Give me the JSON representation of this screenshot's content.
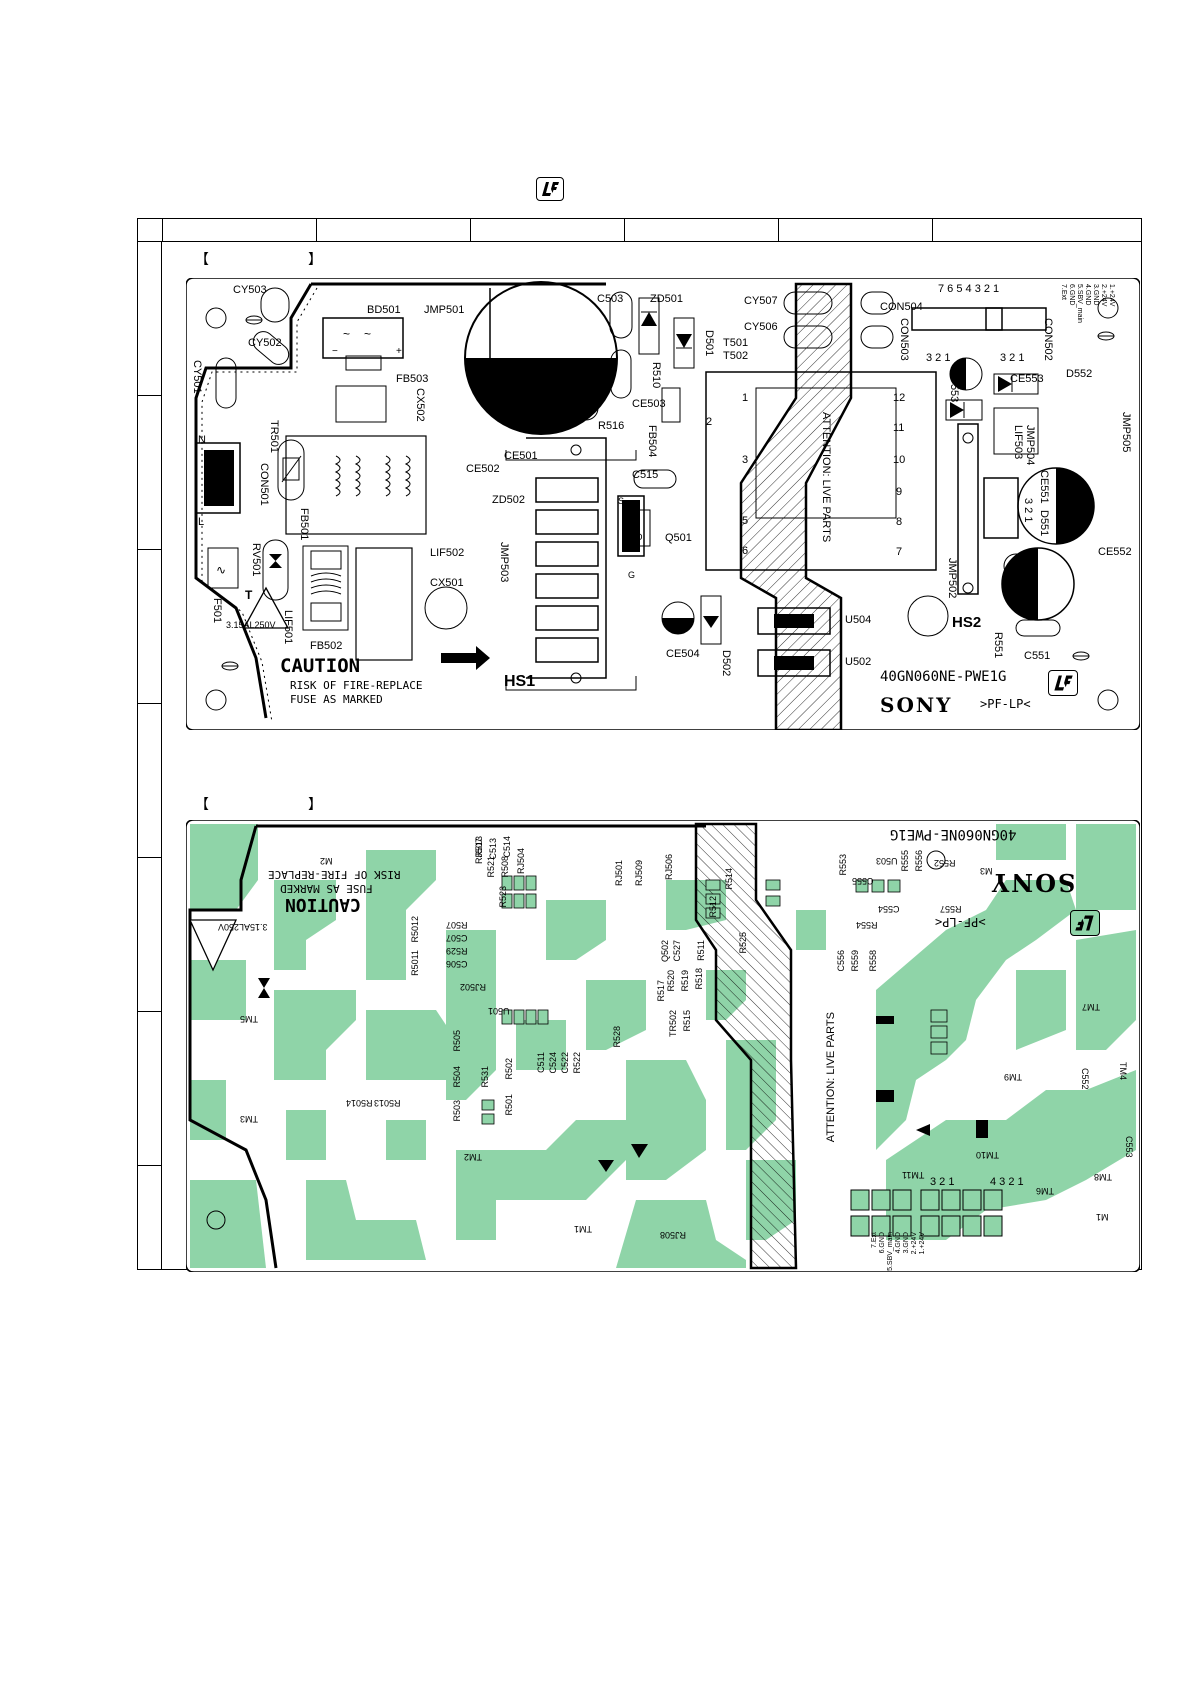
{
  "header": {
    "logo_icon": "lf-lead-free-logo",
    "columns": [
      "",
      "",
      "",
      "",
      "",
      "",
      ""
    ]
  },
  "boards": {
    "top": {
      "bracket_open": "【",
      "bracket_close": "】",
      "caution_title": "CAUTION",
      "caution_line1": "RISK OF FIRE-REPLACE",
      "caution_line2": "FUSE AS MARKED",
      "fuse_rating": "3.15AL250V",
      "fuse_symbol": "T",
      "model": "40GN060NE-PWE1G",
      "brand": "SONY",
      "material": ">PF-LP<",
      "attention": "ATTENTION: LIVE PARTS",
      "heatsink1": "HS1",
      "heatsink2": "HS2",
      "components": {
        "cy503": "CY503",
        "cy502": "CY502",
        "cy501": "CY501",
        "bd501": "BD501",
        "jmp501": "JMP501",
        "fb503": "FB503",
        "cx502": "CX502",
        "tr501": "TR501",
        "con501": "CON501",
        "ce502": "CE502",
        "fb501": "FB501",
        "rv501": "RV501",
        "lif501": "LIF501",
        "f501": "F501",
        "fb502": "FB502",
        "lif502": "LIF502",
        "cx501": "CX501",
        "c503": "C503",
        "zd501": "ZD501",
        "r510": "R510",
        "d501": "D501",
        "ce503": "CE503",
        "r516": "R516",
        "fb504": "FB504",
        "ce501": "CE501",
        "c515": "C515",
        "zd502": "ZD502",
        "q501": "Q501",
        "jmp503": "JMP503",
        "ce504": "CE504",
        "d502": "D502",
        "cy507": "CY507",
        "cy506": "CY506",
        "t501": "T501",
        "t502": "T502",
        "u504": "U504",
        "u502": "U502",
        "con504": "CON504",
        "con503": "CON503",
        "con502": "CON502",
        "d553": "D553",
        "ce553": "CE553",
        "d552": "D552",
        "jmp505": "JMP505",
        "jmp504": "JMP504",
        "lif503": "LIF503",
        "ce551": "CE551",
        "d551": "D551",
        "ce552": "CE552",
        "jmp502": "JMP502",
        "r551": "R551",
        "c551": "C551"
      },
      "con504_pins": "7 6 5 4 3 2 1",
      "con504_legend": [
        "1.+24V",
        "2.+24V",
        "3.GND",
        "4.GND",
        "5.SBV_main",
        "6.GND",
        "7.Ext"
      ],
      "pin_labels": {
        "n": "N",
        "l": "L",
        "p1": "1",
        "p2": "2",
        "p3": "3",
        "p4": "4",
        "p5": "5",
        "p6": "6",
        "p7": "7",
        "p8": "8",
        "p9": "9",
        "p10": "10",
        "p11": "11",
        "p12": "12",
        "con503_pins": "3 2 1",
        "con502_pins": "3 2 1",
        "d551_pins": "3 2 1",
        "q_s": "S",
        "q_d": "D",
        "q_g": "G"
      }
    },
    "bottom": {
      "bracket_open": "【",
      "bracket_close": "】",
      "caution_title": "CAUTION",
      "caution_line1": "RISK OF FIRE-REPLACE",
      "caution_line2": "FUSE AS MARKED",
      "fuse_rating": "3.15AL250V",
      "model": "40GN060NE-PWE1G",
      "brand": "SONY",
      "material": ">PF-LP<",
      "attention": "ATTENTION: LIVE PARTS",
      "components": {
        "rj507": "RJ507",
        "r513": "R513",
        "r521": "R521",
        "c513": "C513",
        "r508": "R508",
        "c514": "C514",
        "rj504": "RJ504",
        "rj501": "RJ501",
        "rj509": "RJ509",
        "rj506": "RJ506",
        "r514": "R514",
        "r553": "R553",
        "u503": "U503",
        "r555": "R555",
        "r556": "R556",
        "r552": "R552",
        "m3": "M3",
        "c555": "C555",
        "c554": "C554",
        "r554": "R554",
        "r557": "R557",
        "r5012": "R5012",
        "r5011": "R5011",
        "r507": "R507",
        "c507": "C507",
        "r529": "R529",
        "c506": "C506",
        "rj502": "RJ502",
        "u501": "U501",
        "r523": "R523",
        "r512": "R512",
        "r525": "R525",
        "c556": "C556",
        "r559": "R559",
        "r558": "R558",
        "q502": "Q502",
        "c527": "C527",
        "r520": "R520",
        "r517": "R517",
        "r519": "R519",
        "r518": "R518",
        "r511": "R511",
        "tr502": "TR502",
        "r515": "R515",
        "r528": "R528",
        "r505": "R505",
        "r504": "R504",
        "r503": "R503",
        "r501": "R501",
        "r502": "R502",
        "r531": "R531",
        "c511": "C511",
        "c524": "C524",
        "c522": "C522",
        "r522": "R522",
        "r5013": "R5013",
        "r5014": "R5014",
        "tm5": "TM5",
        "tm3": "TM3",
        "tm2": "TM2",
        "tm1": "TM1",
        "tm4": "TM4",
        "tm6": "TM6",
        "tm7": "TM7",
        "tm8": "TM8",
        "tm9": "TM9",
        "tm10": "TM10",
        "tm11": "TM11",
        "c552": "C552",
        "c553": "C553",
        "m1": "M1",
        "m2": "M2",
        "rj508": "RJ508"
      },
      "conn_pins_a": "3 2 1",
      "conn_pins_b": "4 3 2 1",
      "con504_legend": [
        "7.Ext",
        "6.GND",
        "5.SBV_main",
        "4.GND",
        "3.GND",
        "2.+24V",
        "1.+24V"
      ]
    }
  }
}
